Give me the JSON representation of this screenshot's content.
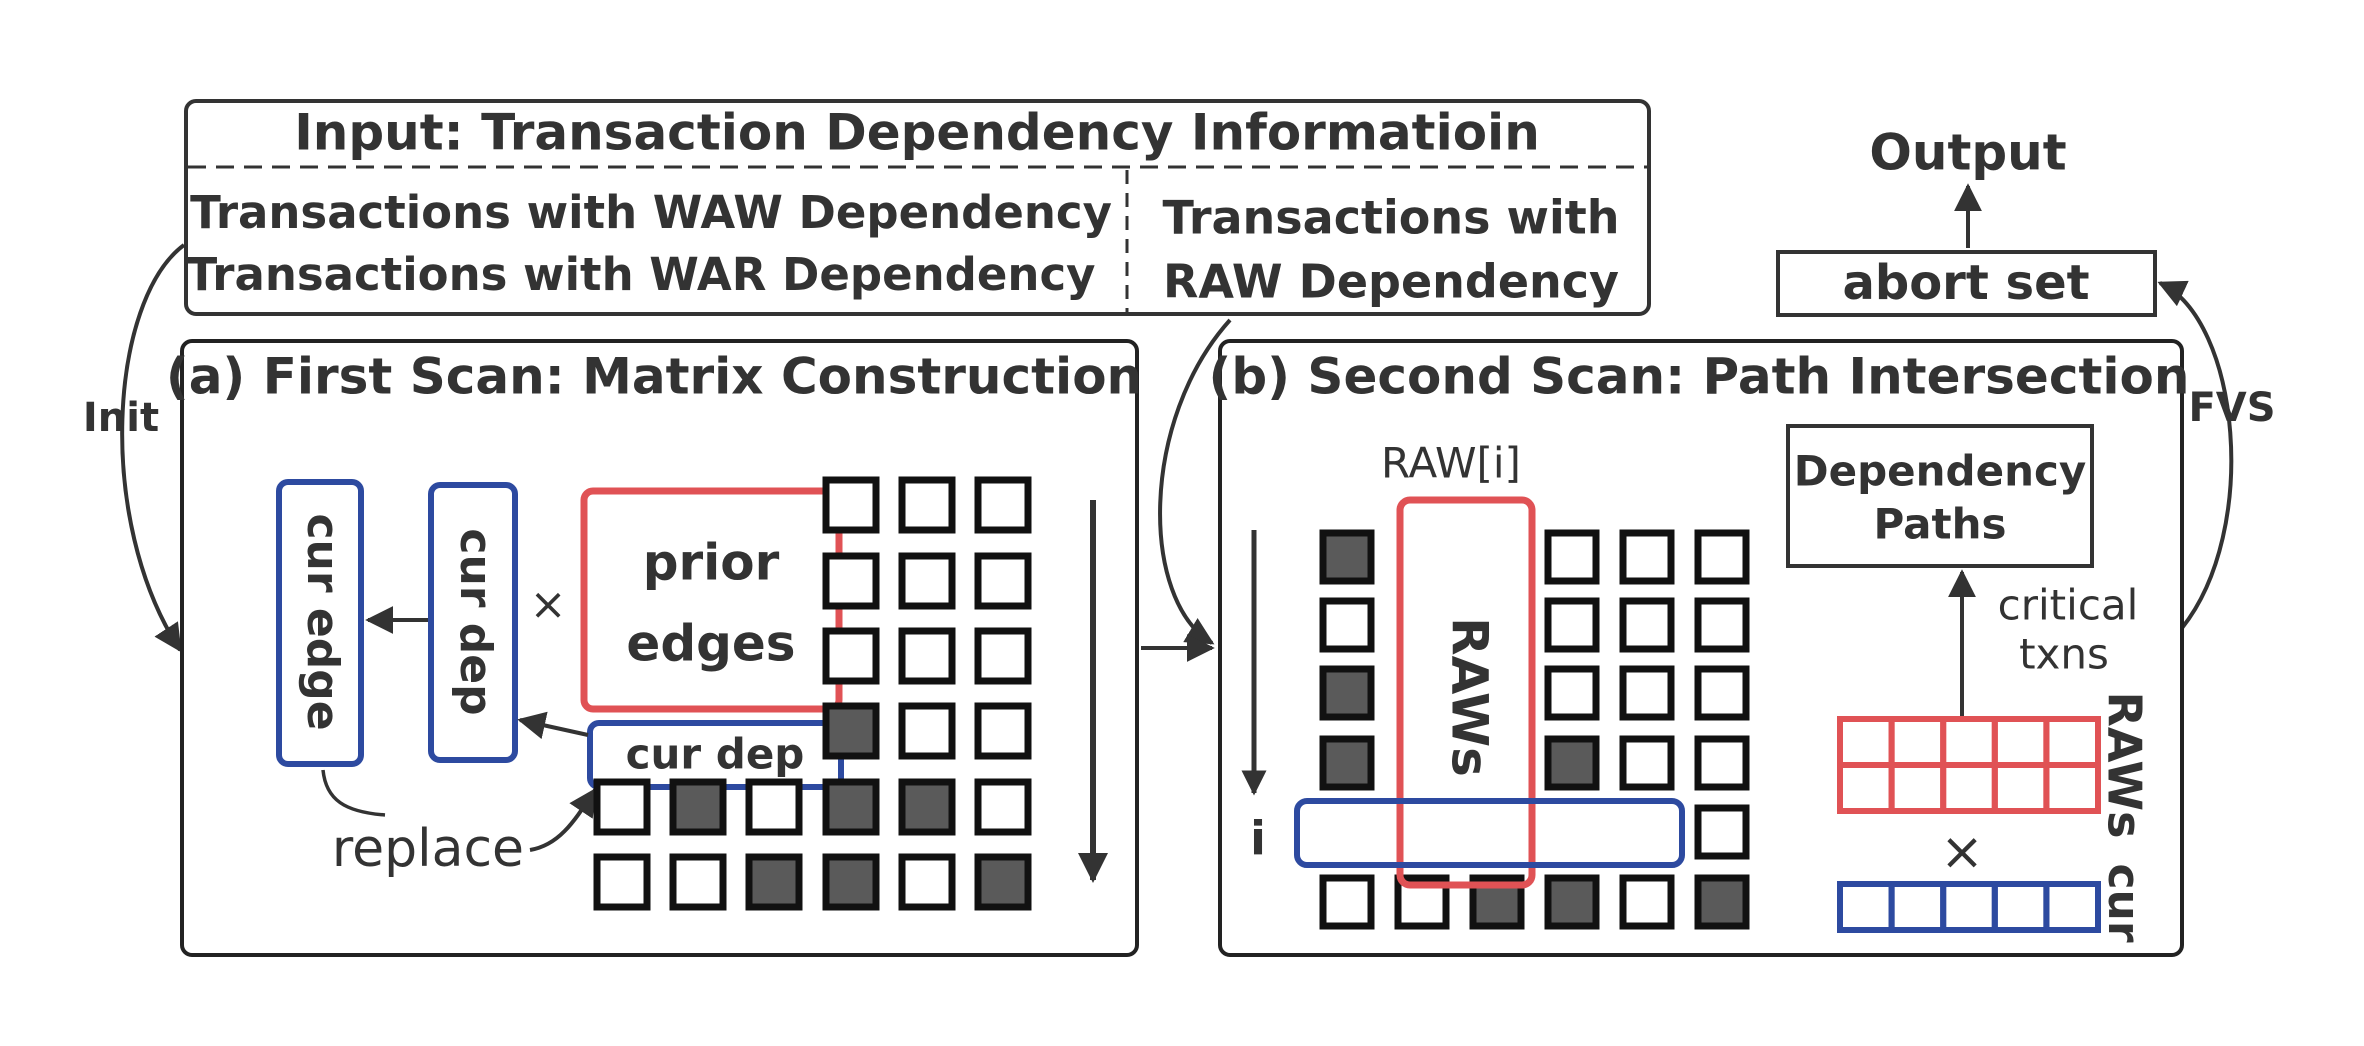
{
  "input_box": {
    "title": "Input: Transaction Dependency Informatioin",
    "waw": "Transactions with WAW Dependency",
    "war": "Transactions with WAR Dependency",
    "raw_line1": "Transactions with",
    "raw_line2": "RAW Dependency"
  },
  "labels": {
    "init": "Init",
    "fvs": "FVS",
    "output": "Output",
    "abort_set": "abort set"
  },
  "panel_a": {
    "title": "(a) First Scan: Matrix Construction",
    "cur_edge": "cur edge",
    "cur_dep_vertical": "cur dep",
    "times": "×",
    "prior_line1": "prior",
    "prior_line2": "edges",
    "cur_dep_row": "cur dep",
    "replace": "replace"
  },
  "panel_b": {
    "title": "(b) Second Scan: Path Intersection",
    "raw_i": "RAW[i]",
    "raws_vertical": "RAWs",
    "i_label": "i",
    "dep_line1": "Dependency",
    "dep_line2": "Paths",
    "critical_line1": "critical",
    "critical_line2": "txns",
    "times": "×",
    "raws_side": "RAWs",
    "cur_side": "cur"
  },
  "colors": {
    "ink": "#333333",
    "red": "#e05255",
    "blue": "#2d4aa0",
    "filled": "#5a5a5a"
  },
  "matrix_a": [
    [
      0,
      0,
      0
    ],
    [
      0,
      0,
      0
    ],
    [
      0,
      0,
      0
    ],
    [
      1,
      0,
      0
    ],
    [
      0,
      1,
      0,
      1,
      1,
      0
    ],
    [
      0,
      0,
      1,
      1,
      0,
      1
    ]
  ],
  "matrix_b": [
    [
      1,
      0,
      0,
      0
    ],
    [
      0,
      0,
      0,
      0
    ],
    [
      1,
      0,
      0,
      0
    ],
    [
      1,
      1,
      0,
      0
    ],
    [
      0
    ],
    [
      0,
      0,
      1,
      1,
      0,
      1
    ]
  ]
}
